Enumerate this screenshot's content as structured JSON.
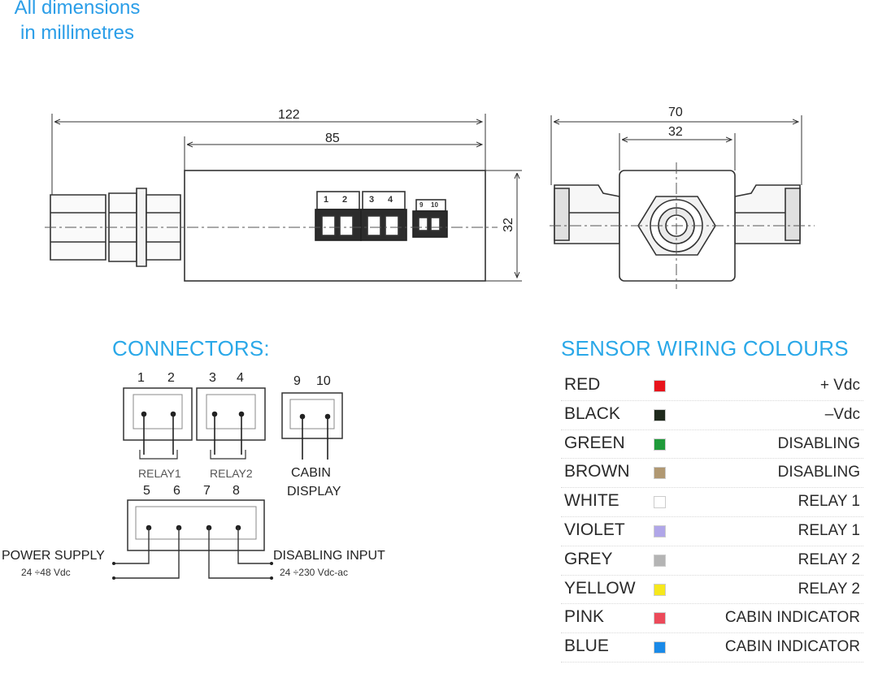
{
  "note": {
    "line1": "All dimensions",
    "line2": "in millimetres"
  },
  "dimensions": {
    "side_length": "122",
    "body_length": "85",
    "height": "32",
    "end_width": "70",
    "end_inner": "32",
    "pins_a": [
      "1",
      "2"
    ],
    "pins_b": [
      "3",
      "4"
    ],
    "pins_c": [
      "9",
      "10"
    ]
  },
  "connectors": {
    "title": "CONNECTORS:",
    "pins_top": [
      "1",
      "2",
      "3",
      "4"
    ],
    "pins_display": [
      "9",
      "10"
    ],
    "relay1": "RELAY1",
    "relay2": "RELAY2",
    "cabin_line1": "CABIN",
    "cabin_line2": "DISPLAY",
    "pins_bottom": [
      "5",
      "6",
      "7",
      "8"
    ],
    "power_label": "POWER SUPPLY",
    "power_spec": "24 ÷48 Vdc",
    "disable_label": "DISABLING INPUT",
    "disable_spec": "24 ÷230 Vdc-ac"
  },
  "wiring": {
    "title": "SENSOR WIRING COLOURS",
    "rows": [
      {
        "colour": "RED",
        "swatch": "#e8141c",
        "function": "+ Vdc"
      },
      {
        "colour": "BLACK",
        "swatch": "#1f2a1c",
        "function": "–Vdc"
      },
      {
        "colour": "GREEN",
        "swatch": "#1f9a3a",
        "function": "DISABLING"
      },
      {
        "colour": "BROWN",
        "swatch": "#b09872",
        "function": "DISABLING"
      },
      {
        "colour": "WHITE",
        "swatch": "#ffffff",
        "function": "RELAY 1"
      },
      {
        "colour": "VIOLET",
        "swatch": "#b0a6e8",
        "function": "RELAY 1"
      },
      {
        "colour": "GREY",
        "swatch": "#b4b4b4",
        "function": "RELAY 2"
      },
      {
        "colour": "YELLOW",
        "swatch": "#f6e81c",
        "function": "RELAY 2"
      },
      {
        "colour": "PINK",
        "swatch": "#ec4a5a",
        "function": "CABIN INDICATOR"
      },
      {
        "colour": "BLUE",
        "swatch": "#1a8ae8",
        "function": "CABIN INDICATOR"
      }
    ]
  }
}
